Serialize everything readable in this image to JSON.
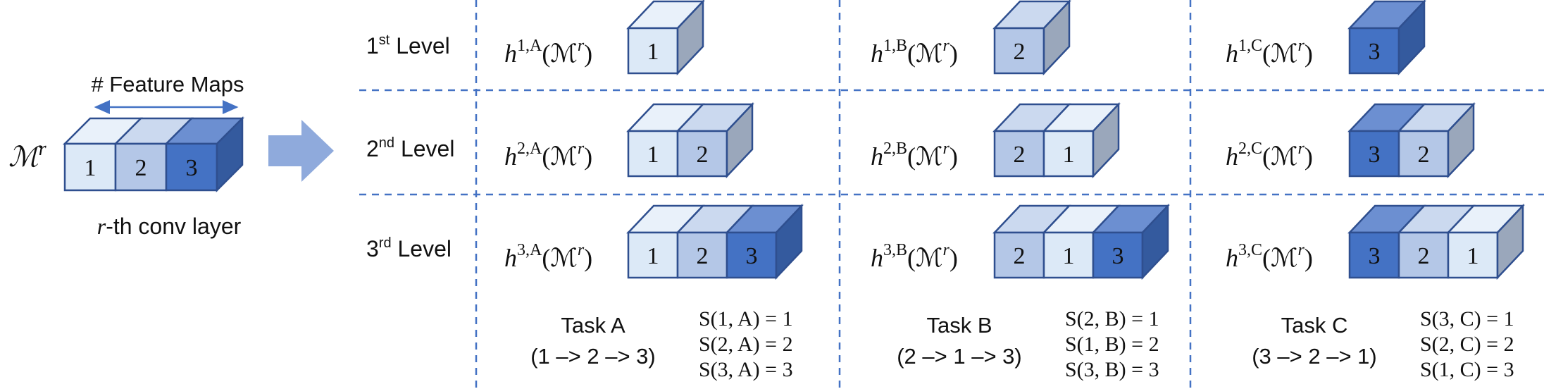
{
  "colors": {
    "light": "#dce9f7",
    "medium": "#b4c7e7",
    "dark": "#4472c4",
    "stroke": "#2f4f8f",
    "divider": "#4472c4",
    "arrow": "#8faadc",
    "cap": "#9aa7bb"
  },
  "input": {
    "tensor_label": "ℳ",
    "tensor_sup": "r",
    "feature_maps_label": "# Feature Maps",
    "cube_labels": [
      "1",
      "2",
      "3"
    ],
    "layer_var": "r",
    "layer_label": "-th conv layer"
  },
  "levels": [
    {
      "num": "1",
      "sup": "st",
      "word": " Level"
    },
    {
      "num": "2",
      "sup": "nd",
      "word": " Level"
    },
    {
      "num": "3",
      "sup": "rd",
      "word": " Level"
    }
  ],
  "tasks": [
    {
      "id": "A",
      "name": "Task A",
      "order": "(1 –> 2 –> 3)",
      "scores": [
        "S(1, A) = 1",
        "S(2, A) = 2",
        "S(3, A) = 3"
      ],
      "cells": [
        {
          "label": "h",
          "sup": "1,A",
          "arg": "(ℳ",
          "arg_sup": "r",
          "close": ")",
          "cubes": [
            "1"
          ]
        },
        {
          "label": "h",
          "sup": "2,A",
          "arg": "(ℳ",
          "arg_sup": "r",
          "close": ")",
          "cubes": [
            "1",
            "2"
          ]
        },
        {
          "label": "h",
          "sup": "3,A",
          "arg": "(ℳ",
          "arg_sup": "r",
          "close": ")",
          "cubes": [
            "1",
            "2",
            "3"
          ]
        }
      ]
    },
    {
      "id": "B",
      "name": "Task B",
      "order": "(2 –> 1 –> 3)",
      "scores": [
        "S(2, B) = 1",
        "S(1, B) = 2",
        "S(3, B) = 3"
      ],
      "cells": [
        {
          "label": "h",
          "sup": "1,B",
          "arg": "(ℳ",
          "arg_sup": "r",
          "close": ")",
          "cubes": [
            "2"
          ]
        },
        {
          "label": "h",
          "sup": "2,B",
          "arg": "(ℳ",
          "arg_sup": "r",
          "close": ")",
          "cubes": [
            "2",
            "1"
          ]
        },
        {
          "label": "h",
          "sup": "3,B",
          "arg": "(ℳ",
          "arg_sup": "r",
          "close": ")",
          "cubes": [
            "2",
            "1",
            "3"
          ]
        }
      ]
    },
    {
      "id": "C",
      "name": "Task C",
      "order": "(3 –> 2 –> 1)",
      "scores": [
        "S(3, C) = 1",
        "S(2, C) = 2",
        "S(1, C) = 3"
      ],
      "cells": [
        {
          "label": "h",
          "sup": "1,C",
          "arg": "(ℳ",
          "arg_sup": "r",
          "close": ")",
          "cubes": [
            "3"
          ]
        },
        {
          "label": "h",
          "sup": "2,C",
          "arg": "(ℳ",
          "arg_sup": "r",
          "close": ")",
          "cubes": [
            "3",
            "2"
          ]
        },
        {
          "label": "h",
          "sup": "3,C",
          "arg": "(ℳ",
          "arg_sup": "r",
          "close": ")",
          "cubes": [
            "3",
            "2",
            "1"
          ]
        }
      ]
    }
  ]
}
